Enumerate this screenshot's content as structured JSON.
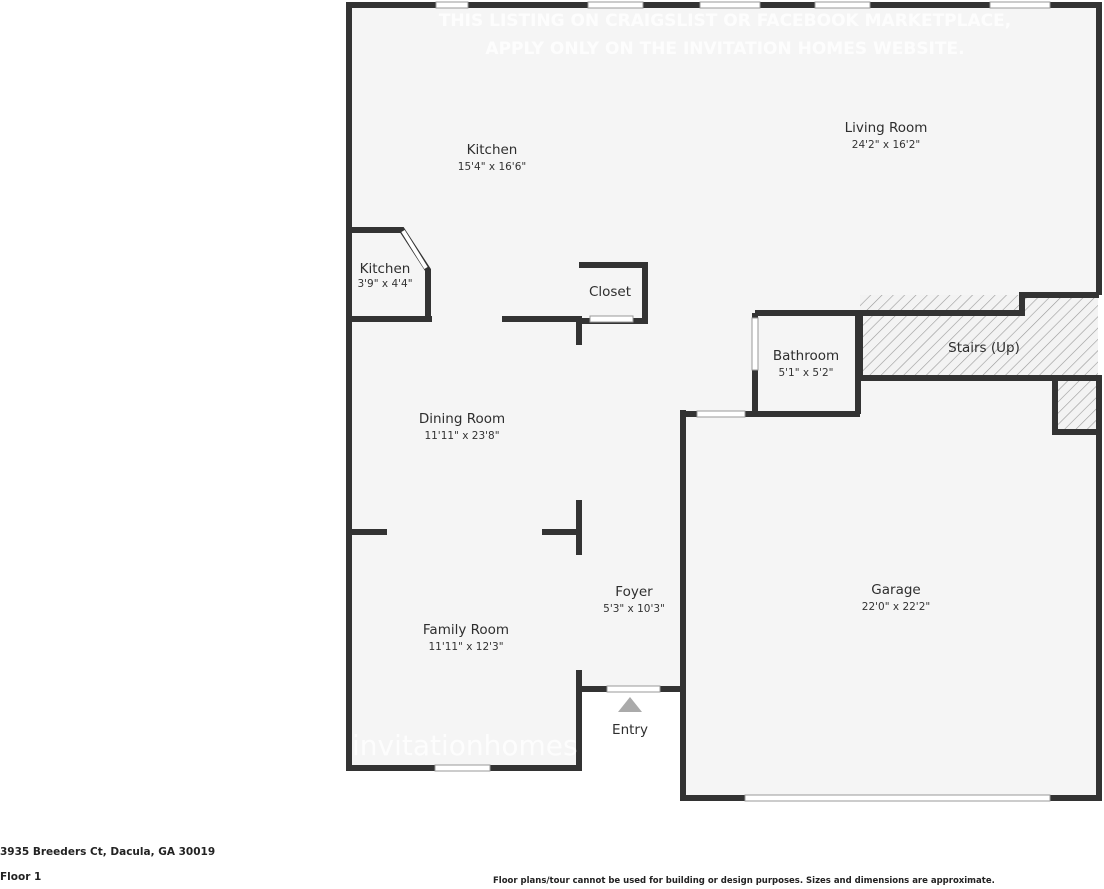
{
  "watermark": {
    "line1": "THIS LISTING ON CRAIGSLIST OR FACEBOOK MARKETPLACE,",
    "line2": "APPLY ONLY ON THE INVITATION HOMES WEBSITE.",
    "logo_text": "invitationhomes"
  },
  "rooms": [
    {
      "name": "Kitchen",
      "dims": "15'4\" x 16'6\""
    },
    {
      "name": "Living Room",
      "dims": "24'2\" x 16'2\""
    },
    {
      "name": "Kitchen",
      "dims": "3'9\" x 4'4\""
    },
    {
      "name": "Closet",
      "dims": ""
    },
    {
      "name": "Bathroom",
      "dims": "5'1\" x 5'2\""
    },
    {
      "name": "Stairs (Up)",
      "dims": ""
    },
    {
      "name": "Dining Room",
      "dims": "11'11\" x 23'8\""
    },
    {
      "name": "Foyer",
      "dims": "5'3\" x 10'3\""
    },
    {
      "name": "Garage",
      "dims": "22'0\" x 22'2\""
    },
    {
      "name": "Family Room",
      "dims": "11'11\" x 12'3\""
    },
    {
      "name": "Entry",
      "dims": ""
    }
  ],
  "footer": {
    "address": "3935 Breeders Ct, Dacula, GA 30019",
    "floor": "Floor 1",
    "disclaimer": "Floor plans/tour cannot be used for building or design purposes. Sizes and dimensions are approximate."
  },
  "colors": {
    "wall": "#333333",
    "floor": "#f5f5f5",
    "hatch": "#999999"
  }
}
